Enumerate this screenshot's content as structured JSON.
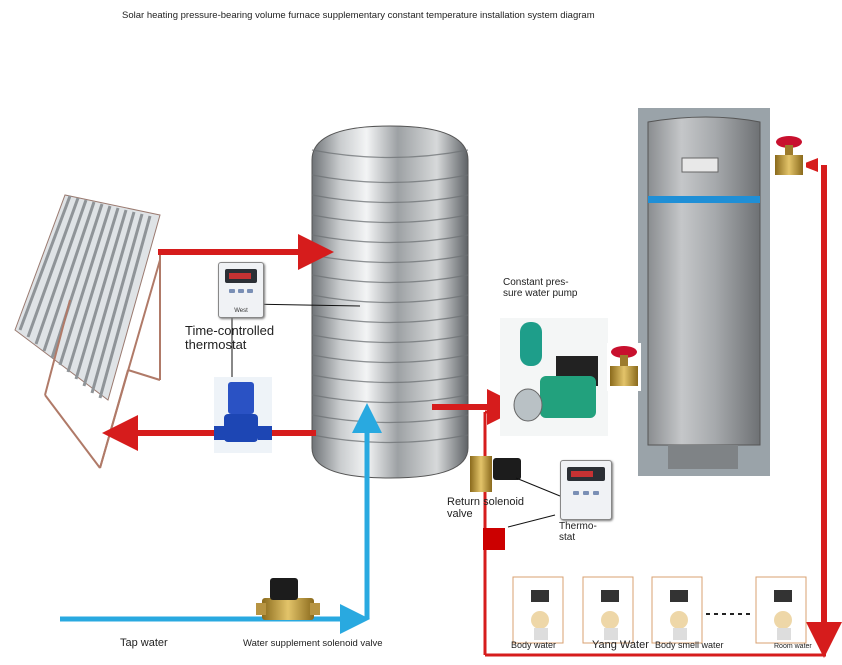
{
  "title": "Solar heating pressure-bearing volume furnace supplementary constant temperature installation system diagram",
  "labels": {
    "pump_top": "Constant pres-\nsure water pump",
    "time_thermostat": "Time-controlled\nthermostat",
    "return_valve": "Return solenoid\nvalve",
    "thermostat": "Thermo-\nstat",
    "tap_water": "Tap water",
    "supply_valve": "Water supplement solenoid valve",
    "controller_brand": "West",
    "rooms": [
      "Body water",
      "Yang Water",
      "Body smell water",
      "Room water"
    ]
  },
  "colors": {
    "hot_pipe": "#d61c1c",
    "cold_pipe": "#29a9e0",
    "valve_red": "#c8102e",
    "brass": "#c9a640"
  },
  "icons": [
    "solar-collector-icon",
    "storage-tank-icon",
    "circulation-pump-icon",
    "constant-pressure-pump-icon",
    "gate-valve-icon",
    "solenoid-valve-icon",
    "shower-icon"
  ]
}
